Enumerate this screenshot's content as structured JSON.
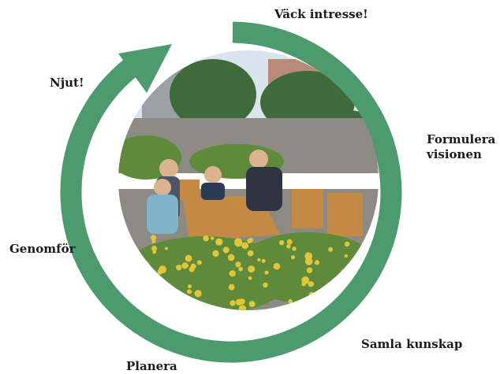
{
  "colors": {
    "ring": "#4c9a6e",
    "sky": "#d9e4ee",
    "building": "#b98a78",
    "building_grey": "#9aa0a6",
    "trees": "#3f6b3a",
    "bushes": "#5f8a3a",
    "flowers": "#e2c63a",
    "table": "#c48a45",
    "pavement": "#8d8a84"
  },
  "cycle": {
    "steps": [
      {
        "label": "Väck intresse!"
      },
      {
        "label": "Formulera visionen"
      },
      {
        "label": "Samla kunskap"
      },
      {
        "label": "Planera"
      },
      {
        "label": "Genomför"
      },
      {
        "label": "Njut!"
      }
    ],
    "direction": "clockwise"
  },
  "photo": {
    "subject": "family-at-table-in-rooftop-garden"
  }
}
